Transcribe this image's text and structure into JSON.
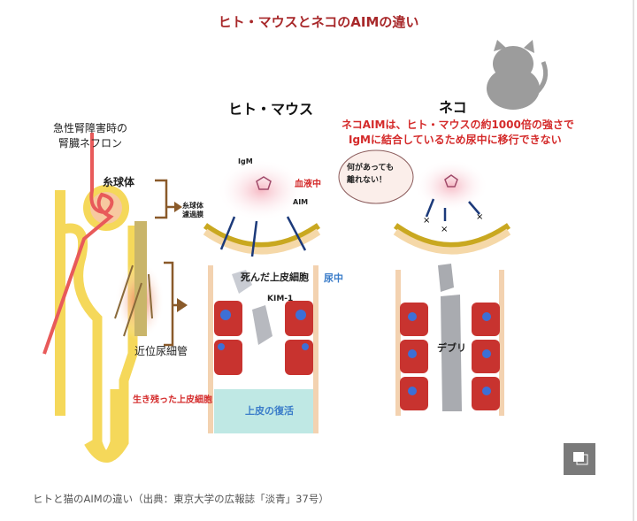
{
  "figure": {
    "title": "ヒト・マウスとネコのAIMの違い",
    "human_mouse_heading": "ヒト・マウス",
    "cat_heading": "ネコ",
    "cat_note_line1": "ネコAIMは、ヒト・マウスの約1000倍の強さで",
    "cat_note_line2": "IgMに結合しているため尿中に移行できない",
    "nephron_label_line1": "急性腎障害時の",
    "nephron_label_line2": "腎臓ネフロン",
    "glomerulus": "糸球体",
    "filtration_membrane_line1": "糸球体",
    "filtration_membrane_line2": "濾過膜",
    "igm": "IgM",
    "in_blood": "血液中",
    "aim": "AIM",
    "dead_cells": "死んだ上皮細胞",
    "in_urine": "尿中",
    "kim1": "KIM-1",
    "proximal_tubule": "近位尿細管",
    "surviving_cells": "生き残った上皮細胞",
    "epithelium_recovery": "上皮の復活",
    "bubble_line1": "何があっても",
    "bubble_line2": "離れない！",
    "debris": "デブリ"
  },
  "gallery_button": {
    "icon": "gallery-stack-icon"
  },
  "caption": "ヒトと猫のAIMの違い（出典：東京大学の広報誌「淡青」37号）",
  "colors": {
    "title": "#a8282a",
    "accent_red": "#d42a2a",
    "urine_blue": "#3a7cc9",
    "button": "#7a7a7a"
  }
}
